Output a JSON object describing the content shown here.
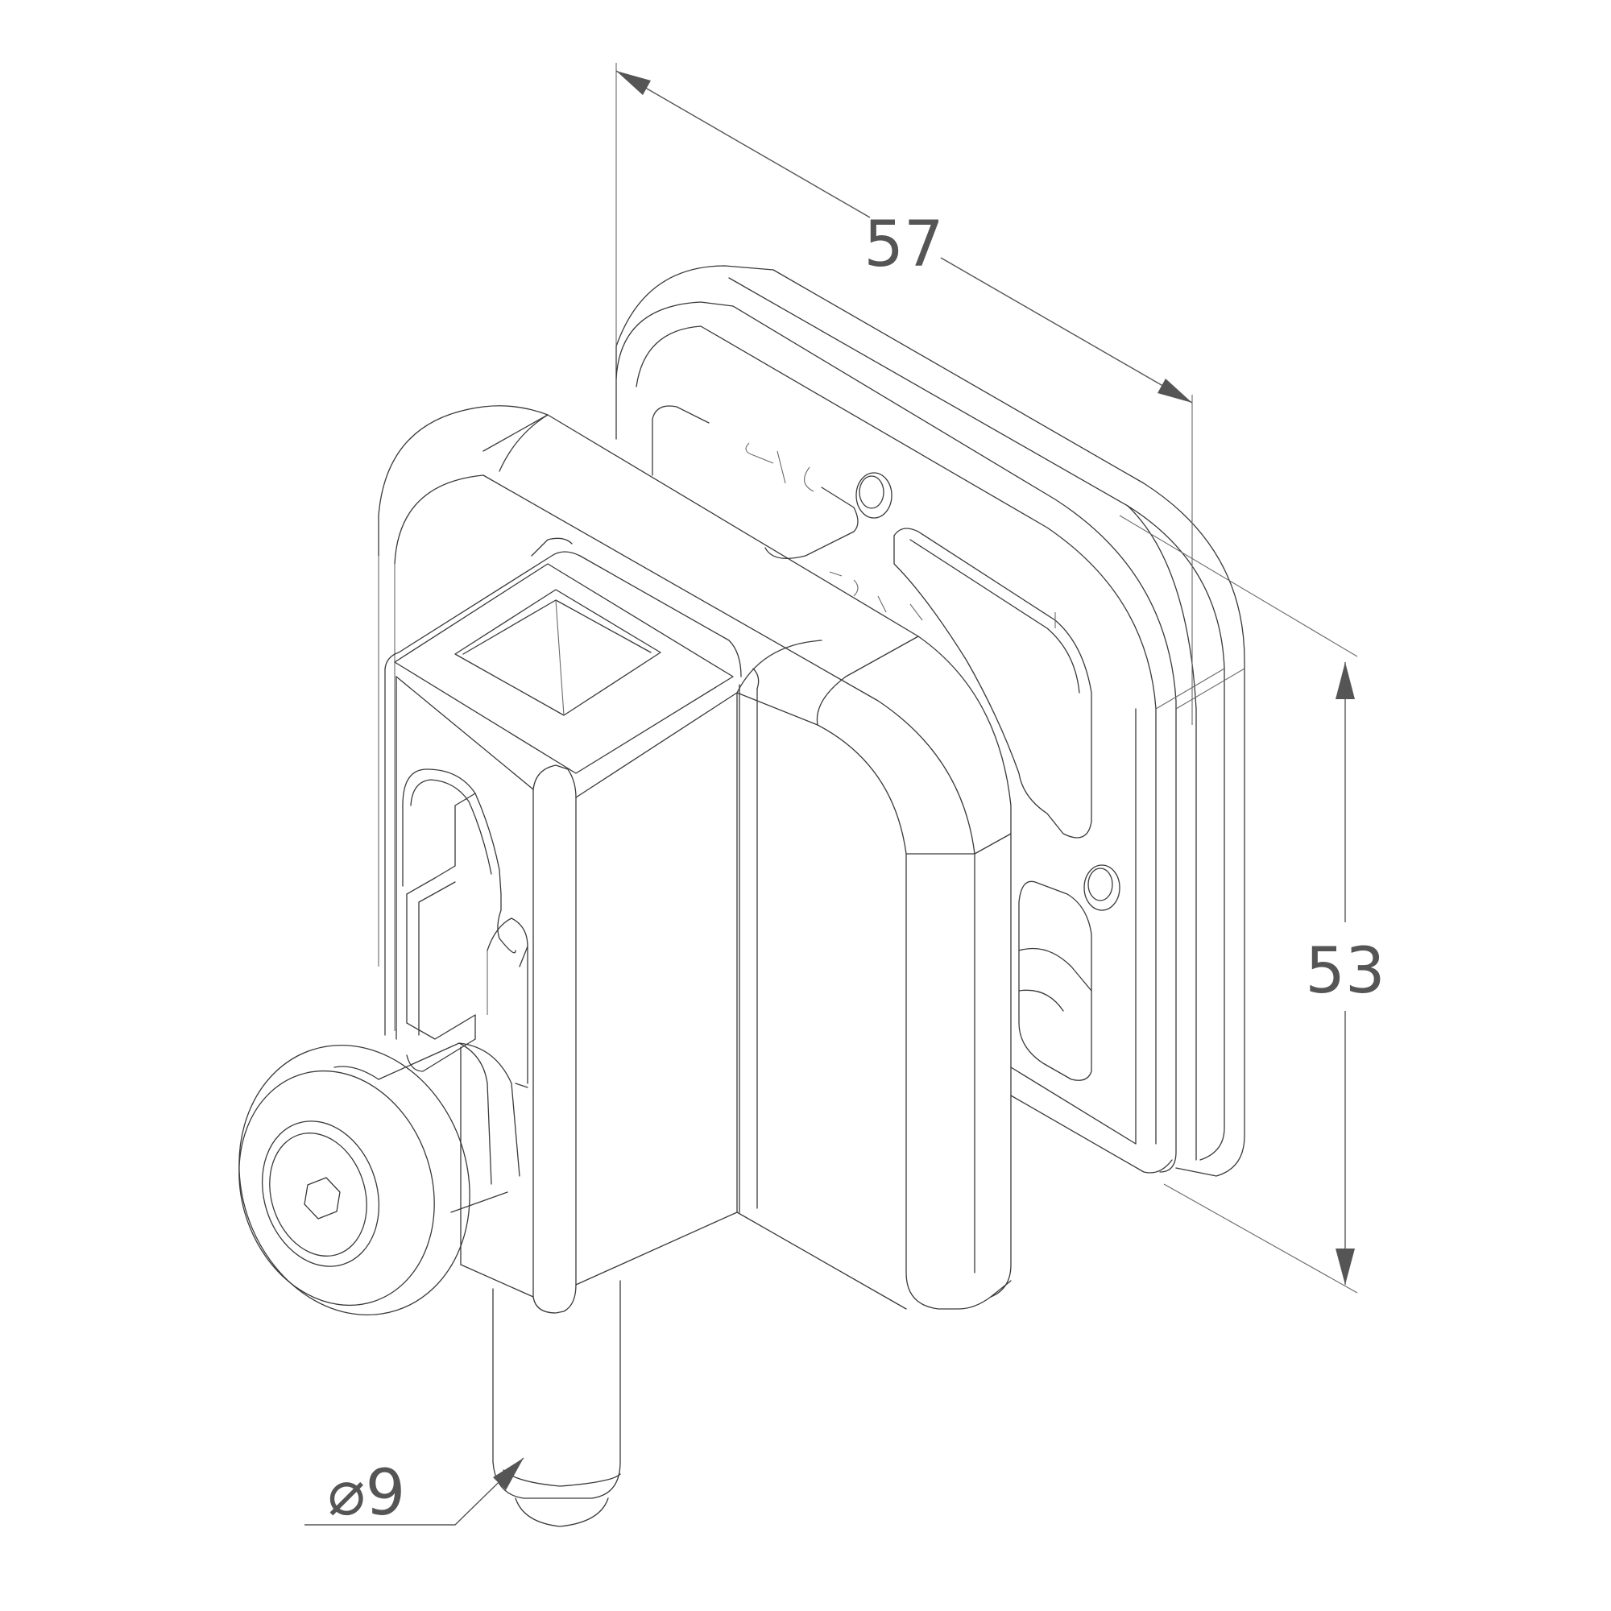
{
  "dimensions": {
    "width_label": "57",
    "height_label": "53",
    "diameter_label": "⌀9"
  }
}
